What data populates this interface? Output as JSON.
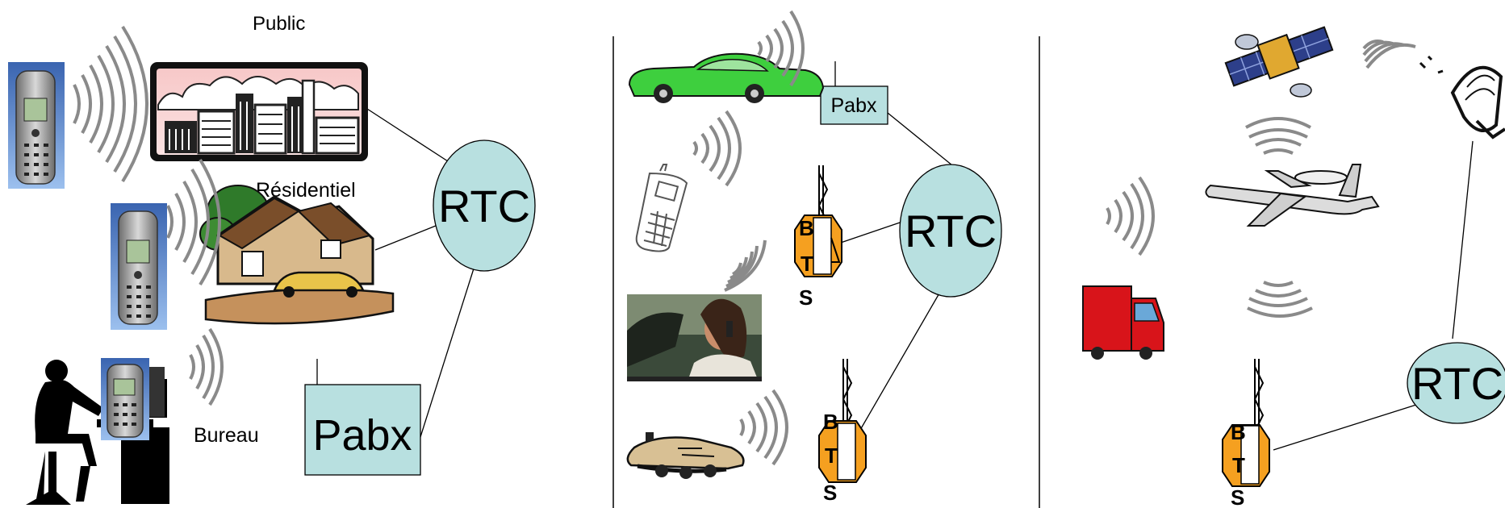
{
  "panels": {
    "left": {
      "public_label": "Public",
      "residential_label": "Résidentiel",
      "office_label": "Bureau",
      "rtc_label": "RTC",
      "pabx_label": "Pabx"
    },
    "middle": {
      "pabx_label": "Pabx",
      "rtc_label": "RTC",
      "bts_upper": [
        "B",
        "T",
        "S"
      ],
      "bts_lower": [
        "B",
        "T",
        "S"
      ]
    },
    "right": {
      "rtc_label": "RTC",
      "bts": [
        "B",
        "T",
        "S"
      ]
    }
  },
  "colors": {
    "node_fill": "#b8e0e0",
    "bts_fill": "#f5a020",
    "wave": "#8a8a8a",
    "car": "#3ecf3e",
    "truck": "#d8141a"
  }
}
